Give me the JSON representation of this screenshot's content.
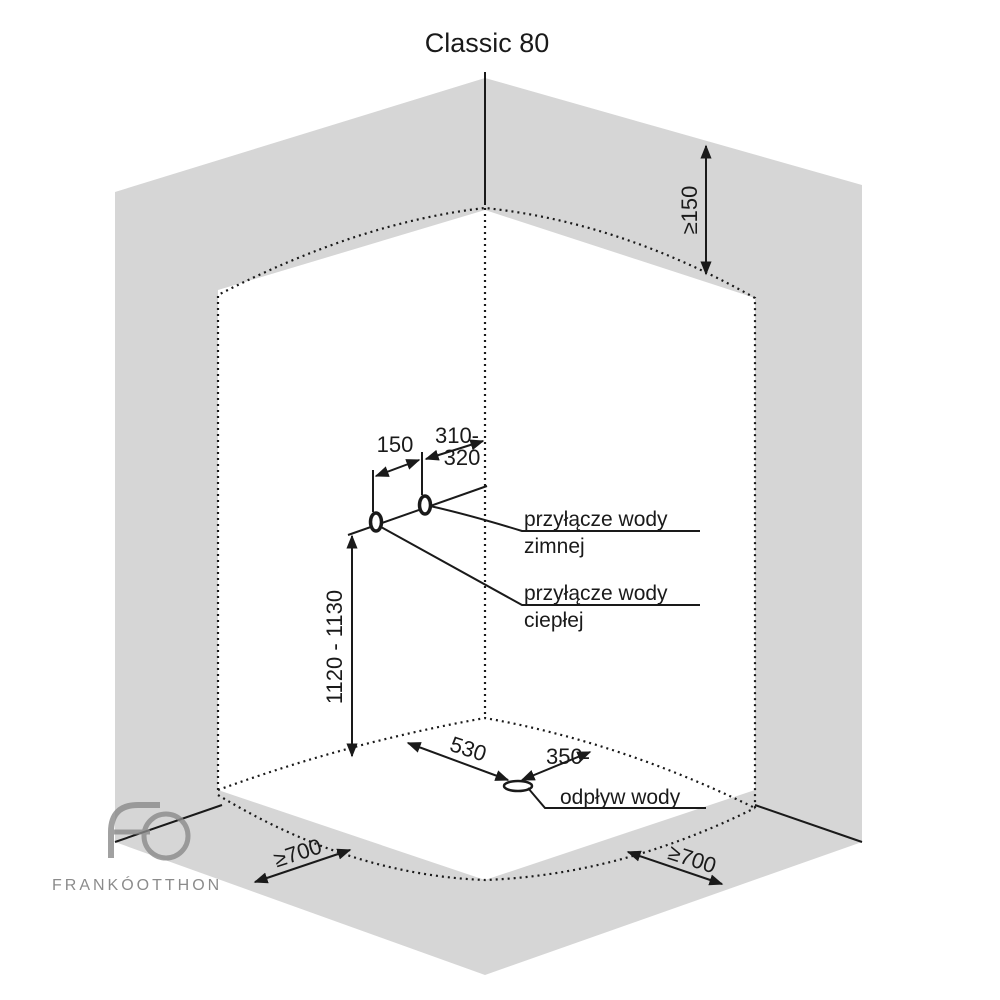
{
  "title": "Classic 80",
  "dimensions": {
    "top_clearance": "≥150",
    "pipe_spacing": "150",
    "wall_offset_line1": "310-",
    "wall_offset_line2": "320",
    "pipe_height": "1120 - 1130",
    "drain_offset_left": "530",
    "drain_offset_right": "350-",
    "floor_left": "≥700",
    "floor_right": "≥700"
  },
  "labels": {
    "cold_water_line1": "przyłącze wody",
    "cold_water_line2": "zimnej",
    "hot_water_line1": "przyłącze wody",
    "hot_water_line2": "ciepłej",
    "drain": "odpływ wody"
  },
  "logo": {
    "text": "FRANKÓOTTHON"
  },
  "colors": {
    "wall_fill": "#d6d6d6",
    "line": "#1a1a1a",
    "background": "#ffffff",
    "logo_gray": "#8a8a8a"
  }
}
